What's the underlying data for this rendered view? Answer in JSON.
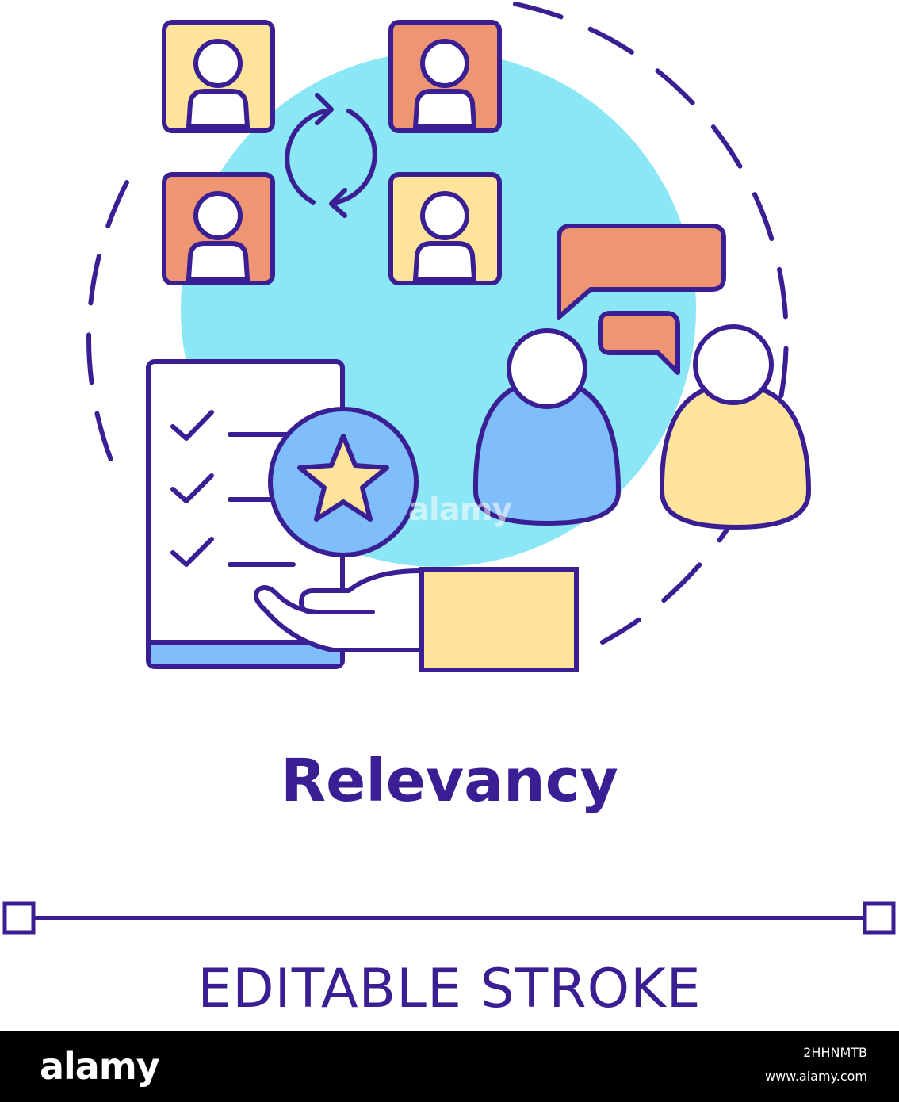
{
  "illustration": {
    "title": "Relevancy",
    "subtitle": "EDITABLE STROKE",
    "watermark": "alamy",
    "colors": {
      "outline": "#3a1f94",
      "circle_bg": "#8be6f6",
      "orange": "#ee9573",
      "yellow": "#fde49a",
      "blue": "#7fbdfb",
      "white": "#ffffff"
    }
  },
  "footer": {
    "logo": "alamy",
    "image_id": "2HHNMTB",
    "site": "www.alamy.com"
  }
}
